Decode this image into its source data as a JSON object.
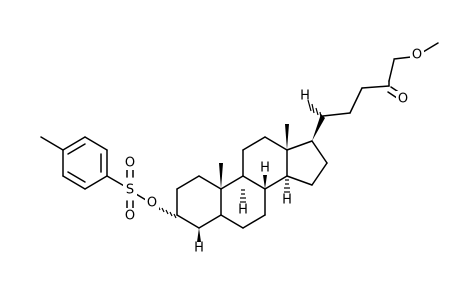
{
  "molecule": {
    "atom_labels": {
      "S": "S",
      "O_tosyl_top": "O",
      "O_tosyl_bottom": "O",
      "O_ester_link": "O",
      "O_methyl_ester": "O",
      "O_carbonyl": "O",
      "H_C5": "H",
      "H_C8": "H",
      "H_C9": "H",
      "H_C14": "H",
      "H_C17": "H"
    }
  }
}
